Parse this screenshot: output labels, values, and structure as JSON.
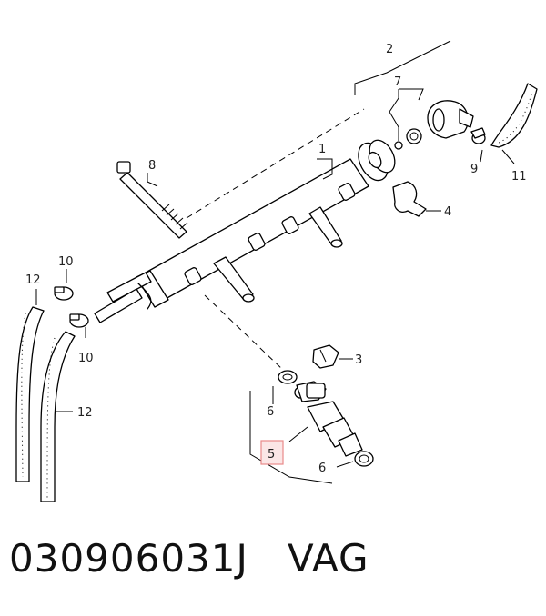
{
  "callouts": {
    "c1": "1",
    "c2": "2",
    "c3": "3",
    "c4": "4",
    "c5": "5",
    "c6a": "6",
    "c6b": "6",
    "c7": "7",
    "c8": "8",
    "c9": "9",
    "c10a": "10",
    "c10b": "10",
    "c11": "11",
    "c12a": "12",
    "c12b": "12"
  },
  "highlight_color": "#e88a8a",
  "caption": {
    "part_number": "030906031J",
    "brand": "VAG"
  }
}
